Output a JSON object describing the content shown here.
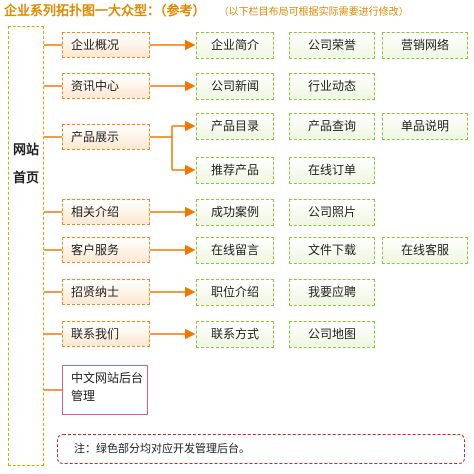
{
  "title": {
    "main": "企业系列拓扑图一大众型：（参考）",
    "note": "（以下栏目布局可根据实际需要进行修改）"
  },
  "root": {
    "label": "网站首页"
  },
  "categories": [
    {
      "label": "企业概况"
    },
    {
      "label": "资讯中心"
    },
    {
      "label": "产品展示"
    },
    {
      "label": "相关介绍"
    },
    {
      "label": "客户服务"
    },
    {
      "label": "招贤纳士"
    },
    {
      "label": "联系我们"
    },
    {
      "label": "中文网站后台管理"
    }
  ],
  "leaves": [
    {
      "label": "企业简介"
    },
    {
      "label": "公司荣誉"
    },
    {
      "label": "营销网络"
    },
    {
      "label": "公司新闻"
    },
    {
      "label": "行业动态"
    },
    {
      "label": "产品目录"
    },
    {
      "label": "产品查询"
    },
    {
      "label": "单品说明"
    },
    {
      "label": "推荐产品"
    },
    {
      "label": "在线订单"
    },
    {
      "label": "成功案例"
    },
    {
      "label": "公司照片"
    },
    {
      "label": "在线留言"
    },
    {
      "label": "文件下载"
    },
    {
      "label": "在线客服"
    },
    {
      "label": "职位介绍"
    },
    {
      "label": "我要应聘"
    },
    {
      "label": "联系方式"
    },
    {
      "label": "公司地图"
    }
  ],
  "footer": {
    "text": "注：绿色部分均对应开发管理后台。"
  },
  "colors": {
    "title": "#e08a00",
    "category_border": "#f08a20",
    "leaf_border": "#8dc63f",
    "arrow": "#f07800",
    "footer_border": "#cc2222",
    "admin_border": "#d0608a"
  }
}
